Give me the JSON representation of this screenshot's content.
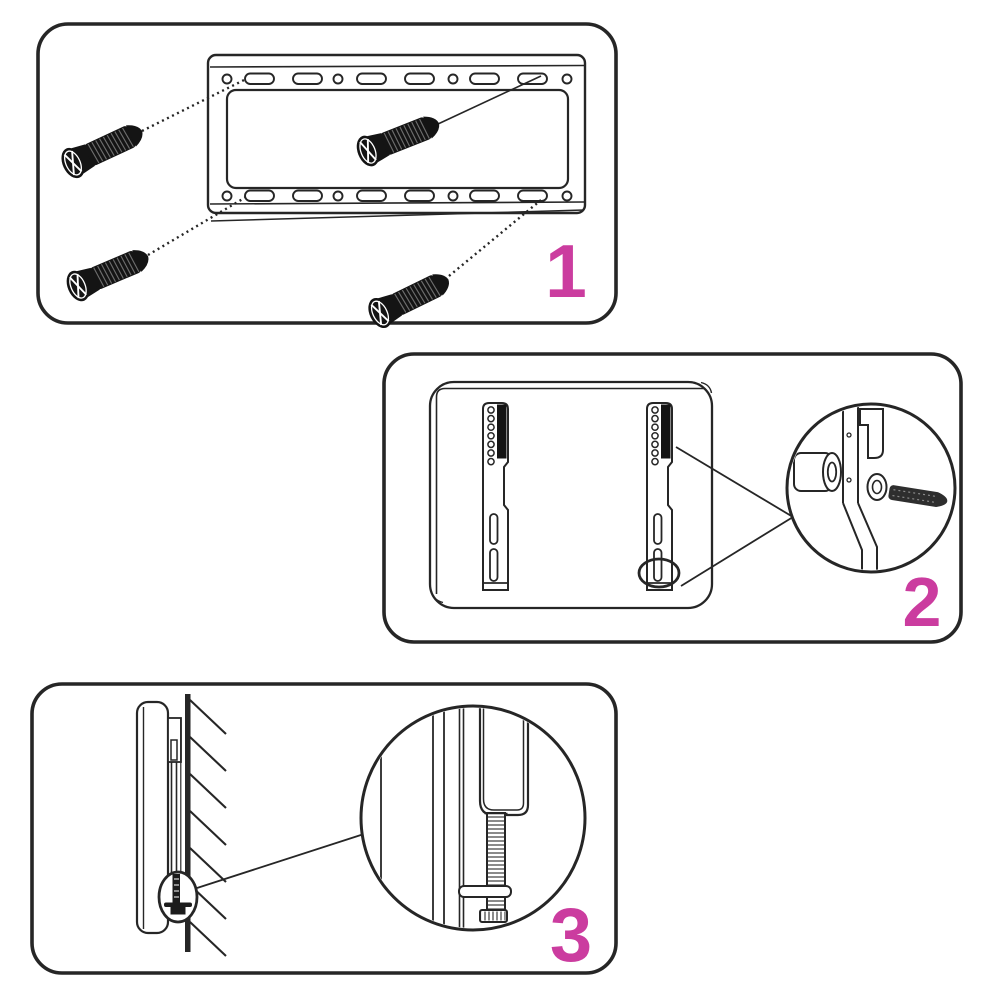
{
  "page": {
    "type": "scanned instruction sheet (TV wall mount installation)",
    "visible_text": [
      "1",
      "2",
      "3"
    ]
  },
  "steps": [
    {
      "number": "1",
      "illustration": "four mounting screws aligned by dotted lines to slots of the wall plate"
    },
    {
      "number": "2",
      "illustration": "tv back panel with two vertical brackets; magnified callout of spacer, washer and screw"
    },
    {
      "number": "3",
      "illustration": "side view of tv hung on hatched wall; magnified callout of bottom locking screw"
    }
  ],
  "colors": {
    "step_number": "#cb3c9f",
    "line_art": "#262626",
    "screw_fill": "#141414",
    "background": "#ffffff"
  }
}
